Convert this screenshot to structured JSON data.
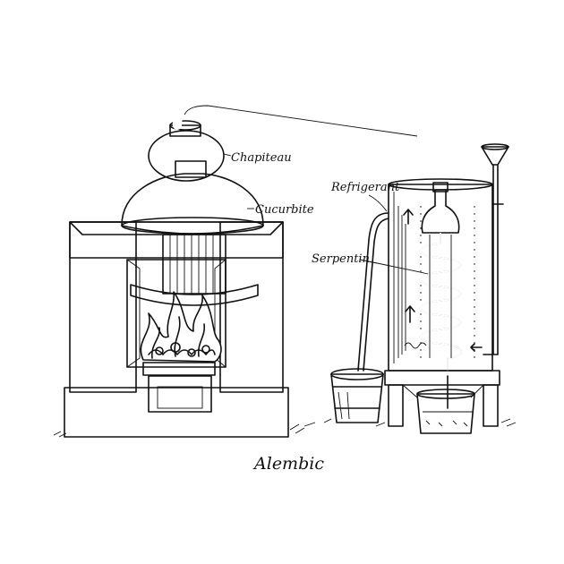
{
  "diagram": {
    "title": "Alembic",
    "labels": {
      "chapiteau": "Chapiteau",
      "cucurbite": "Cucurbite",
      "refrigerant": "Refrigerant",
      "serpentin": "Serpentin"
    },
    "colors": {
      "ink": "#111111",
      "background": "#ffffff"
    }
  }
}
